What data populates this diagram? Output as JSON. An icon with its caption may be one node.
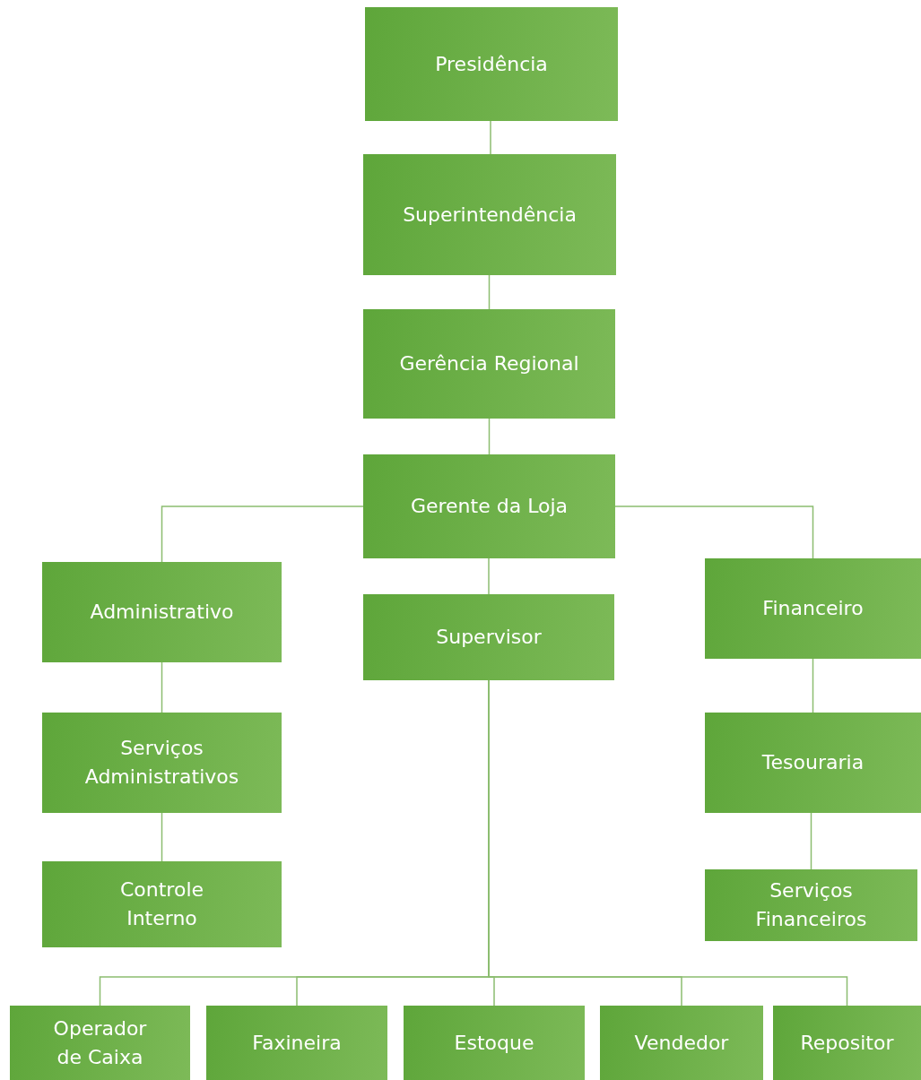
{
  "diagram": {
    "nodes": [
      {
        "text": [
          "Presidência"
        ]
      },
      {
        "text": [
          "Superintendência"
        ]
      },
      {
        "text": [
          "Gerência Regional"
        ]
      },
      {
        "text": [
          "Gerente da Loja"
        ]
      },
      {
        "text": [
          "Administrativo"
        ]
      },
      {
        "text": [
          "Supervisor"
        ]
      },
      {
        "text": [
          "Financeiro"
        ]
      },
      {
        "text": [
          "Serviços Administrativos"
        ]
      },
      {
        "text": [
          "Controle Interno"
        ]
      },
      {
        "text": [
          "Tesouraria"
        ]
      },
      {
        "text": [
          "Serviços Financeiros"
        ]
      },
      {
        "text": [
          "Operador de Caixa"
        ]
      },
      {
        "text": [
          "Faxineira"
        ]
      },
      {
        "text": [
          "Estoque"
        ]
      },
      {
        "text": [
          "Vendedor"
        ]
      },
      {
        "text": [
          "Repositor"
        ]
      }
    ],
    "edges": [
      {
        "from": 0,
        "to": 1,
        "arrow": "none"
      },
      {
        "from": 1,
        "to": 2,
        "arrow": "none"
      },
      {
        "from": 2,
        "to": 3,
        "arrow": "none"
      },
      {
        "from": 3,
        "to": 4,
        "arrow": "none"
      },
      {
        "from": 3,
        "to": 5,
        "arrow": "none"
      },
      {
        "from": 3,
        "to": 6,
        "arrow": "none"
      },
      {
        "from": 4,
        "to": 7,
        "arrow": "none"
      },
      {
        "from": 7,
        "to": 8,
        "arrow": "none"
      },
      {
        "from": 6,
        "to": 9,
        "arrow": "none"
      },
      {
        "from": 9,
        "to": 10,
        "arrow": "none"
      },
      {
        "from": 5,
        "to": 11,
        "arrow": "none"
      },
      {
        "from": 5,
        "to": 12,
        "arrow": "none"
      },
      {
        "from": 5,
        "to": 13,
        "arrow": "none"
      },
      {
        "from": 5,
        "to": 14,
        "arrow": "none"
      },
      {
        "from": 5,
        "to": 15,
        "arrow": "none"
      }
    ]
  }
}
